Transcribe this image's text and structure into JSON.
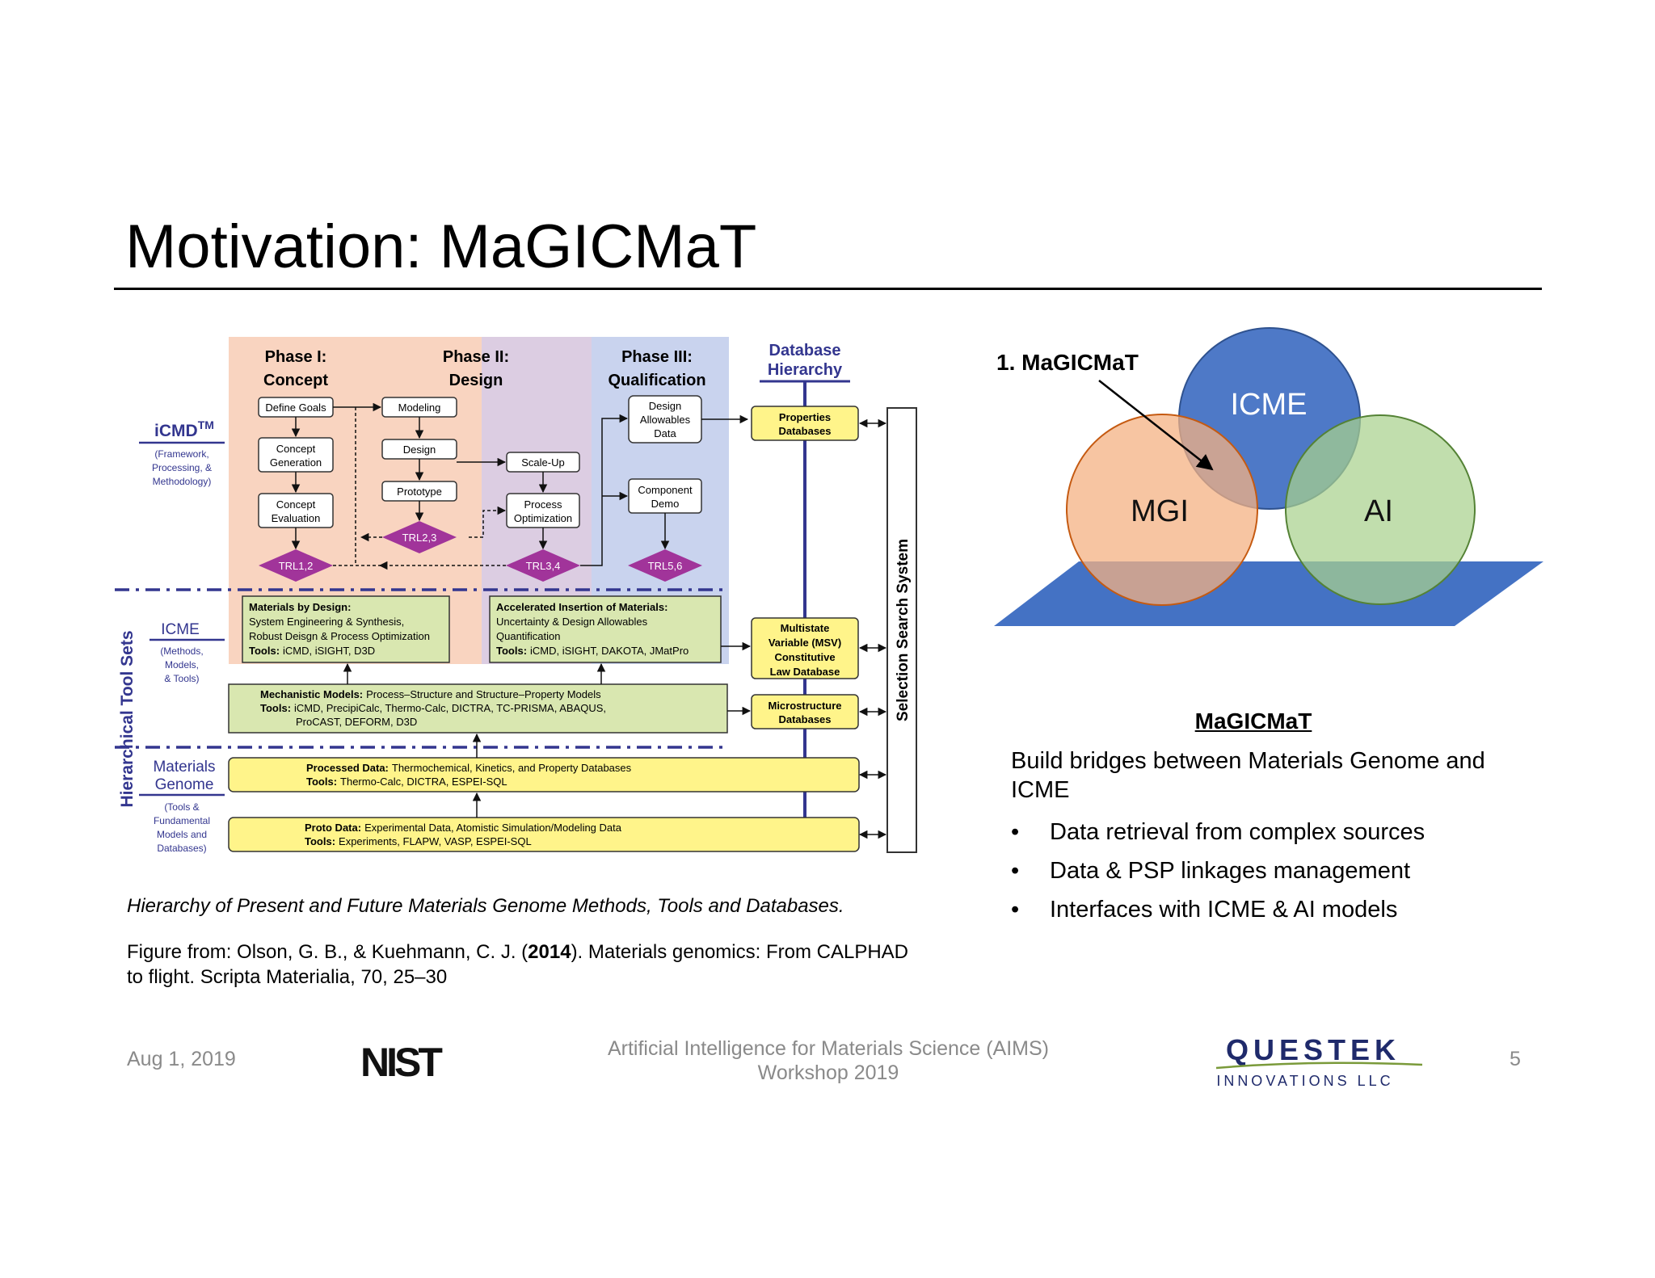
{
  "slide": {
    "title": "Motivation: MaGICMaT",
    "page_number": "5"
  },
  "figure": {
    "phases": [
      {
        "line1": "Phase I:",
        "line2": "Concept"
      },
      {
        "line1": "Phase II:",
        "line2": "Design"
      },
      {
        "line1": "Phase III:",
        "line2": "Qualification"
      }
    ],
    "db_hierarchy": [
      "Database",
      "Hierarchy"
    ],
    "side_icmd": {
      "title": "iCMD",
      "tm": "TM",
      "sub": [
        "(Framework,",
        "Processing, &",
        "Methodology)"
      ]
    },
    "side_icme": {
      "title": "ICME",
      "sub": [
        "(Methods,",
        "Models,",
        "& Tools)"
      ]
    },
    "side_mg": {
      "title": [
        "Materials",
        "Genome"
      ],
      "sub": [
        "(Tools &",
        "Fundamental",
        "Models and",
        "Databases)"
      ]
    },
    "vertical_label": "Hierarchical Tool Sets",
    "selection": "Selection Search System",
    "boxes": {
      "define_goals": "Define Goals",
      "concept_generation": [
        "Concept",
        "Generation"
      ],
      "concept_evaluation": [
        "Concept",
        "Evaluation"
      ],
      "modeling": "Modeling",
      "design": "Design",
      "prototype": "Prototype",
      "scale_up": "Scale-Up",
      "process_optimization": [
        "Process",
        "Optimization"
      ],
      "design_allowables": [
        "Design",
        "Allowables",
        "Data"
      ],
      "component_demo": [
        "Component",
        "Demo"
      ]
    },
    "trl": [
      "TRL1,2",
      "TRL2,3",
      "TRL3,4",
      "TRL5,6"
    ],
    "db": {
      "properties": [
        "Properties",
        "Databases"
      ],
      "multistate": [
        "Multistate",
        "Variable (MSV)",
        "Constitutive",
        "Law Database"
      ],
      "microstructure": [
        "Microstructure",
        "Databases"
      ]
    },
    "mbd": {
      "title": "Materials by Design:",
      "l1": "System Engineering & Synthesis,",
      "l2": "Robust Deisgn & Process Optimization",
      "tools_label": "Tools:",
      "tools": "iCMD, iSIGHT, D3D"
    },
    "aim": {
      "title": "Accelerated Insertion of Materials:",
      "l1": "Uncertainty & Design Allowables",
      "l2": "Quantification",
      "tools_label": "Tools:",
      "tools": "iCMD, iSIGHT, DAKOTA, JMatPro"
    },
    "mech": {
      "label": "Mechanistic Models:",
      "text": "Process–Structure and Structure–Property Models",
      "tools_label": "Tools:",
      "tools": "iCMD, PrecipiCalc, Thermo-Calc, DICTRA, TC-PRISMA, ABAQUS,",
      "tools2": "ProCAST, DEFORM, D3D"
    },
    "processed": {
      "label": "Processed Data:",
      "text": "Thermochemical, Kinetics, and Property Databases",
      "tools_label": "Tools:",
      "tools": "Thermo-Calc, DICTRA, ESPEI-SQL"
    },
    "proto": {
      "label": "Proto Data:",
      "text": "Experimental Data, Atomistic Simulation/Modeling Data",
      "tools_label": "Tools:",
      "tools": "Experiments, FLAPW, VASP, ESPEI-SQL"
    }
  },
  "venn": {
    "label": "1. MaGICMaT",
    "icme": "ICME",
    "mgi": "MGI",
    "ai": "AI",
    "colors": {
      "icme": "#4472c4",
      "mgi": "#f4b183",
      "ai": "#a9d18e",
      "platform": "#4472c4"
    }
  },
  "caption": "Hierarchy of Present and Future Materials Genome Methods, Tools and Databases.",
  "citation": {
    "before": "Figure from: Olson, G. B., & Kuehmann, C. J. (",
    "year": "2014",
    "after": "). Materials genomics: From CALPHAD to flight. Scripta Materialia, 70, 25–30"
  },
  "panel": {
    "heading": "MaGICMaT",
    "intro": "Build bridges between Materials Genome and ICME",
    "bullets": [
      "Data retrieval from complex sources",
      "Data & PSP linkages management",
      "Interfaces with ICME & AI models"
    ]
  },
  "footer": {
    "date": "Aug 1, 2019",
    "event_line1": "Artificial Intelligence for Materials Science (AIMS)",
    "event_line2": "Workshop 2019",
    "nist": "NIST",
    "questek": "QUESTEK",
    "questek_sub": "INNOVATIONS LLC"
  }
}
